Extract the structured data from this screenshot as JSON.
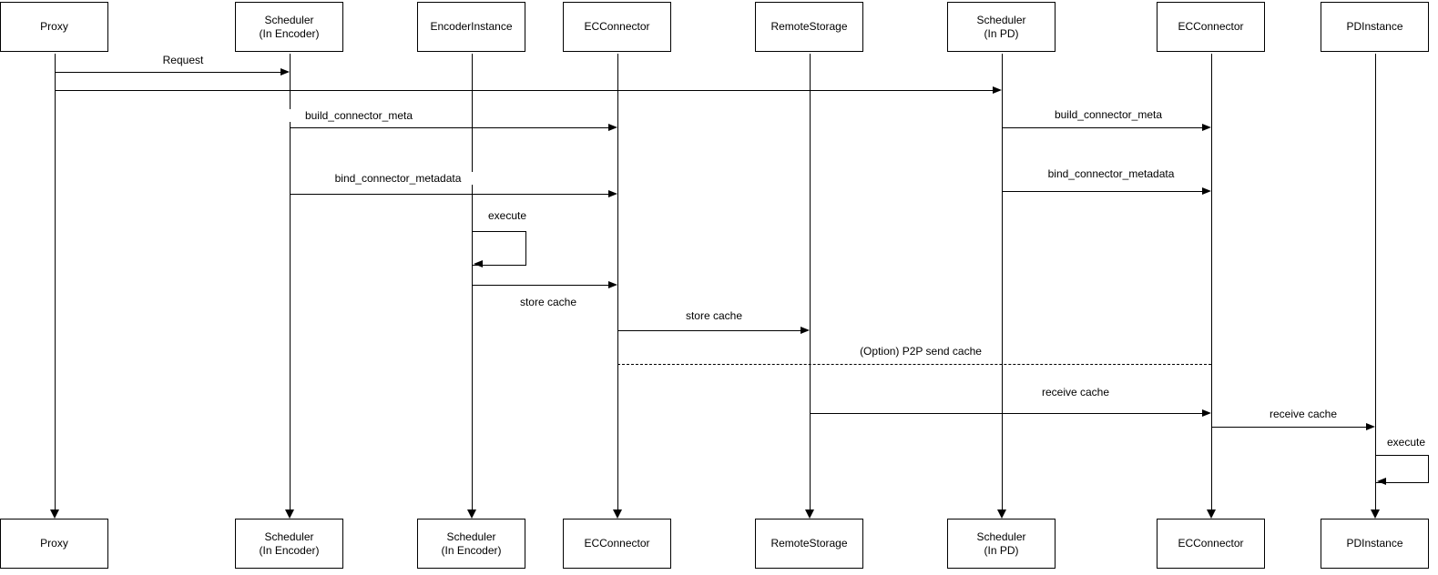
{
  "diagram": {
    "type": "sequence-diagram",
    "background_color": "#ffffff",
    "line_color": "#000000",
    "text_color": "#000000"
  },
  "actors": [
    {
      "id": "proxy",
      "top_label": "Proxy",
      "bottom_label": "Proxy"
    },
    {
      "id": "scheduler-encoder",
      "top_label": "Scheduler\n(In Encoder)",
      "bottom_label": "Scheduler\n(In Encoder)"
    },
    {
      "id": "encoder-instance",
      "top_label": "EncoderInstance",
      "bottom_label": "Scheduler\n(In Encoder)"
    },
    {
      "id": "ec-connector",
      "top_label": "ECConnector",
      "bottom_label": "ECConnector"
    },
    {
      "id": "remote-storage",
      "top_label": "RemoteStorage",
      "bottom_label": "RemoteStorage"
    },
    {
      "id": "scheduler-pd",
      "top_label": "Scheduler\n(In PD)",
      "bottom_label": "Scheduler\n(In PD)"
    },
    {
      "id": "ec-connector-2",
      "top_label": "ECConnector",
      "bottom_label": "ECConnector"
    },
    {
      "id": "pd-instance",
      "top_label": "PDInstance",
      "bottom_label": "PDInstance"
    }
  ],
  "messages": [
    {
      "from": "proxy",
      "to": "scheduler-encoder",
      "label": "Request",
      "style": "solid"
    },
    {
      "from": "proxy",
      "to": "scheduler-pd",
      "label": "",
      "style": "solid"
    },
    {
      "from": "scheduler-encoder",
      "to": "ec-connector",
      "label": "build_connector_meta",
      "style": "solid"
    },
    {
      "from": "scheduler-pd",
      "to": "ec-connector-2",
      "label": "build_connector_meta",
      "style": "solid"
    },
    {
      "from": "scheduler-encoder",
      "to": "ec-connector",
      "label": "bind_connector_metadata",
      "style": "solid"
    },
    {
      "from": "scheduler-pd",
      "to": "ec-connector-2",
      "label": "bind_connector_metadata",
      "style": "solid"
    },
    {
      "from": "encoder-instance",
      "to": "encoder-instance",
      "label": "execute",
      "style": "self"
    },
    {
      "from": "encoder-instance",
      "to": "ec-connector",
      "label": "store cache",
      "style": "solid"
    },
    {
      "from": "ec-connector",
      "to": "remote-storage",
      "label": "store cache",
      "style": "solid"
    },
    {
      "from": "ec-connector",
      "to": "ec-connector-2",
      "label": "(Option) P2P send cache",
      "style": "dashed"
    },
    {
      "from": "remote-storage",
      "to": "ec-connector-2",
      "label": "receive cache",
      "style": "solid"
    },
    {
      "from": "ec-connector-2",
      "to": "pd-instance",
      "label": "receive cache",
      "style": "solid"
    },
    {
      "from": "pd-instance",
      "to": "pd-instance",
      "label": "execute",
      "style": "self"
    }
  ]
}
